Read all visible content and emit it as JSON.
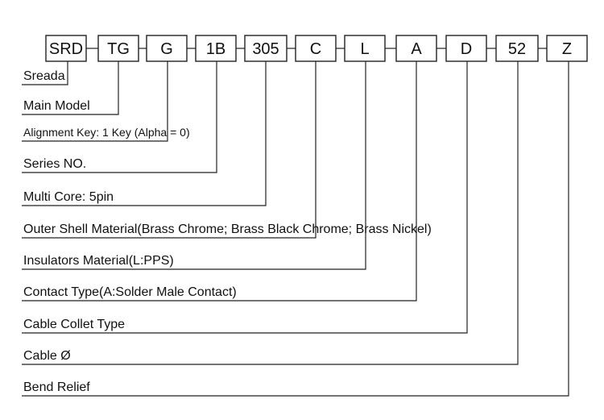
{
  "code_segments": [
    "SRD",
    "TG",
    "G",
    "1B",
    "305",
    "C",
    "L",
    "A",
    "D",
    "52",
    "Z"
  ],
  "labels": [
    "Sreada",
    "Main Model",
    "Alignment Key: 1 Key (Alpha = 0)",
    "Series NO.",
    "Multi Core: 5pin",
    "Outer Shell Material(Brass Chrome; Brass Black Chrome; Brass Nickel)",
    "Insulators Material(L:PPS)",
    "Contact Type(A:Solder Male Contact)",
    "Cable Collet Type",
    "Cable Ø",
    "Bend Relief"
  ],
  "colors": {
    "line": "#222222",
    "text": "#111111",
    "background": "#ffffff"
  }
}
